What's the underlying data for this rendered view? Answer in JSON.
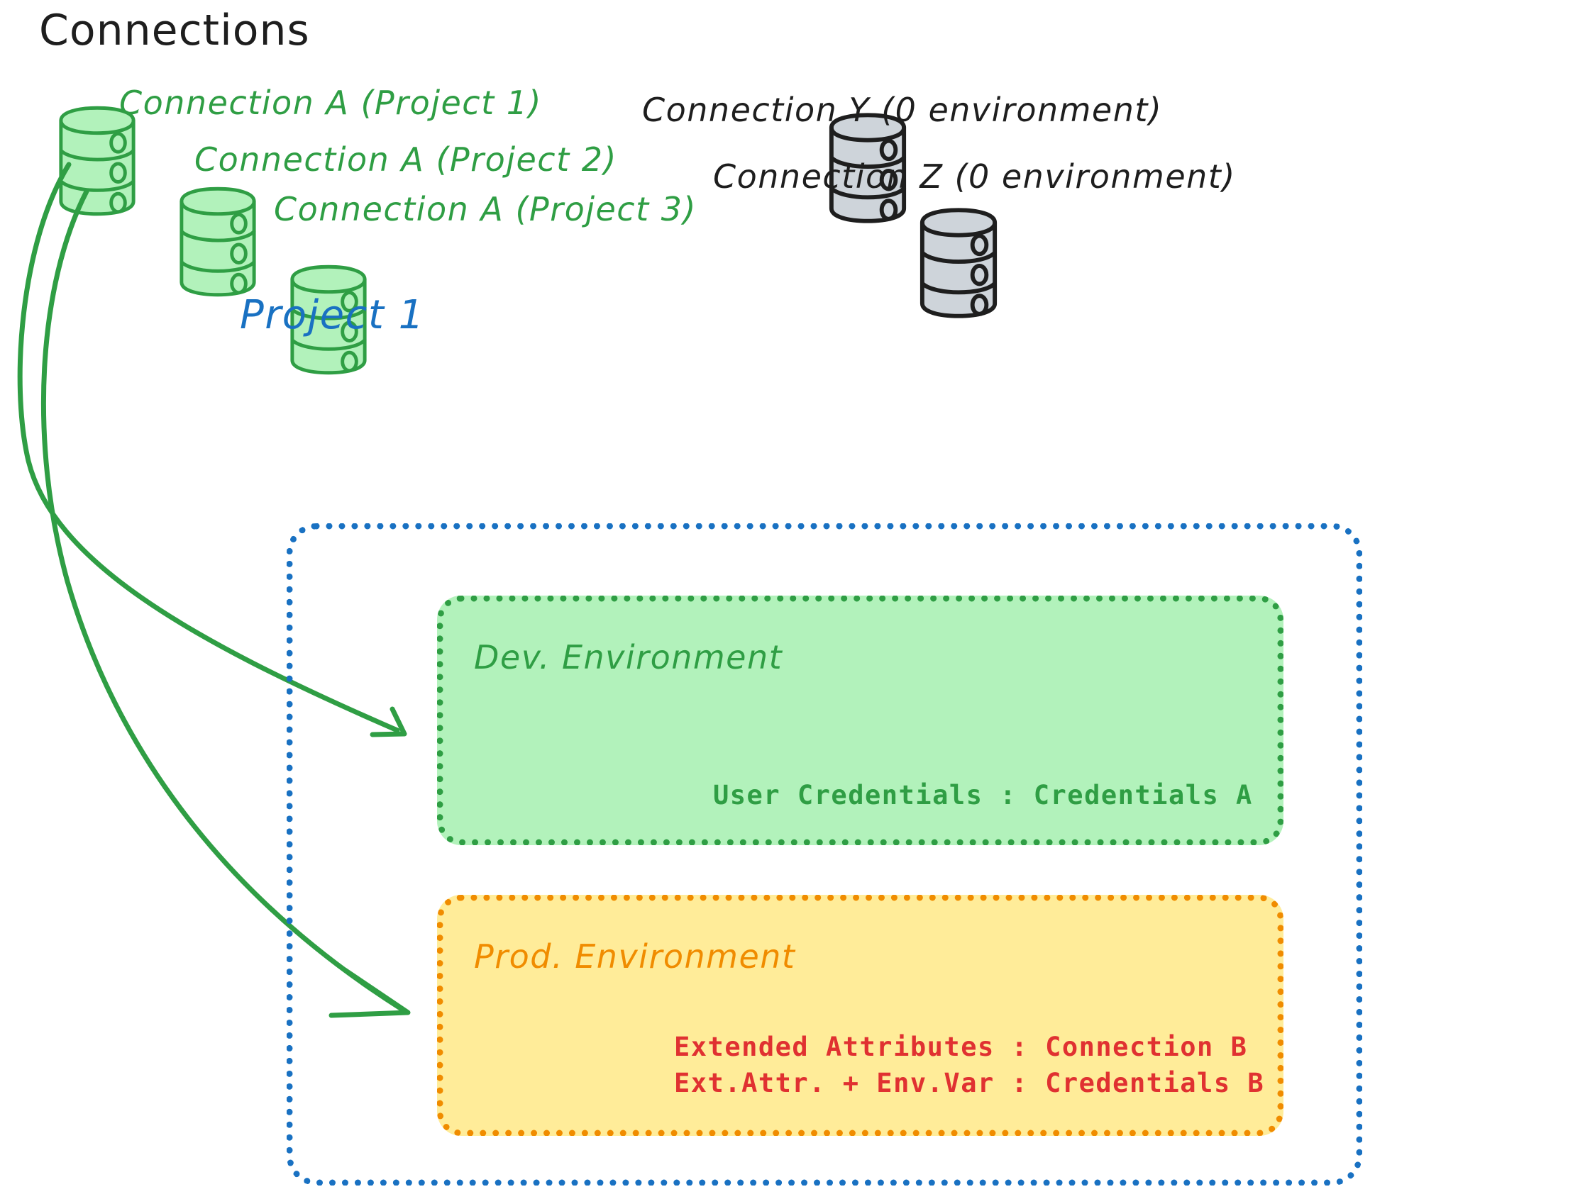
{
  "diagram": {
    "title": "Connections",
    "title_color": "#1e1e1e",
    "background": "#ffffff"
  },
  "connections": {
    "green": {
      "color": "#2f9e44",
      "fill": "#b2f2bb",
      "icon": "database-cylinder-icon",
      "items": [
        {
          "label": "Connection A (Project 1)"
        },
        {
          "label": "Connection A (Project 2)"
        },
        {
          "label": "Connection A (Project 3)"
        }
      ]
    },
    "gray": {
      "color": "#1e1e1e",
      "fill": "#ced4da",
      "icon": "database-cylinder-icon",
      "items": [
        {
          "label": "Connection Y (0 environment)"
        },
        {
          "label": "Connection Z (0 environment)"
        }
      ]
    }
  },
  "project": {
    "title": "Project 1",
    "title_color": "#1971c2",
    "border_color": "#1971c2",
    "environments": [
      {
        "name": "Dev. Environment",
        "border_color": "#2f9e44",
        "fill_color": "#b2f2bb",
        "text_color": "#2f9e44",
        "details": [
          "User Credentials : Credentials A"
        ]
      },
      {
        "name": "Prod. Environment",
        "border_color": "#f08c00",
        "fill_color": "#ffec99",
        "text_color": "#f08c00",
        "detail_color": "#e03131",
        "details": [
          "Extended Attributes : Connection B",
          "Ext.Attr. + Env.Var : Credentials B"
        ]
      }
    ]
  },
  "arrows": {
    "color": "#2f9e44",
    "items": [
      {
        "from": "Connection A (Project 1)",
        "to": "Dev. Environment"
      },
      {
        "from": "Connection A (Project 1)",
        "to": "Prod. Environment"
      }
    ]
  }
}
